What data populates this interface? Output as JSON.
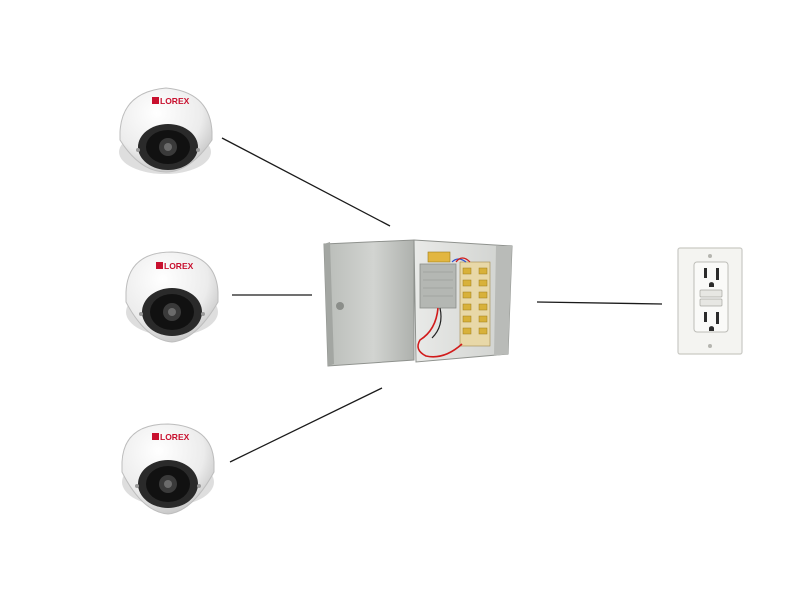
{
  "cameras": [
    {
      "brand": "LOREX",
      "icon": "dome-camera-icon"
    },
    {
      "brand": "LOREX",
      "icon": "dome-camera-icon"
    },
    {
      "brand": "LOREX",
      "icon": "dome-camera-icon"
    }
  ],
  "power_box": {
    "icon": "power-distribution-box-icon"
  },
  "outlet": {
    "icon": "gfci-outlet-icon"
  },
  "colors": {
    "background": "#ffffff",
    "camera_body": "#f3f3f3",
    "camera_lens": "#1d1d1d",
    "brand_red": "#c8102e",
    "box_panel": "#c9ccc8",
    "box_terminal": "#d8b13a",
    "box_wire": "#d11b1b",
    "outlet_plate": "#f4f4f1",
    "connector_line": "#1a1a1a"
  }
}
